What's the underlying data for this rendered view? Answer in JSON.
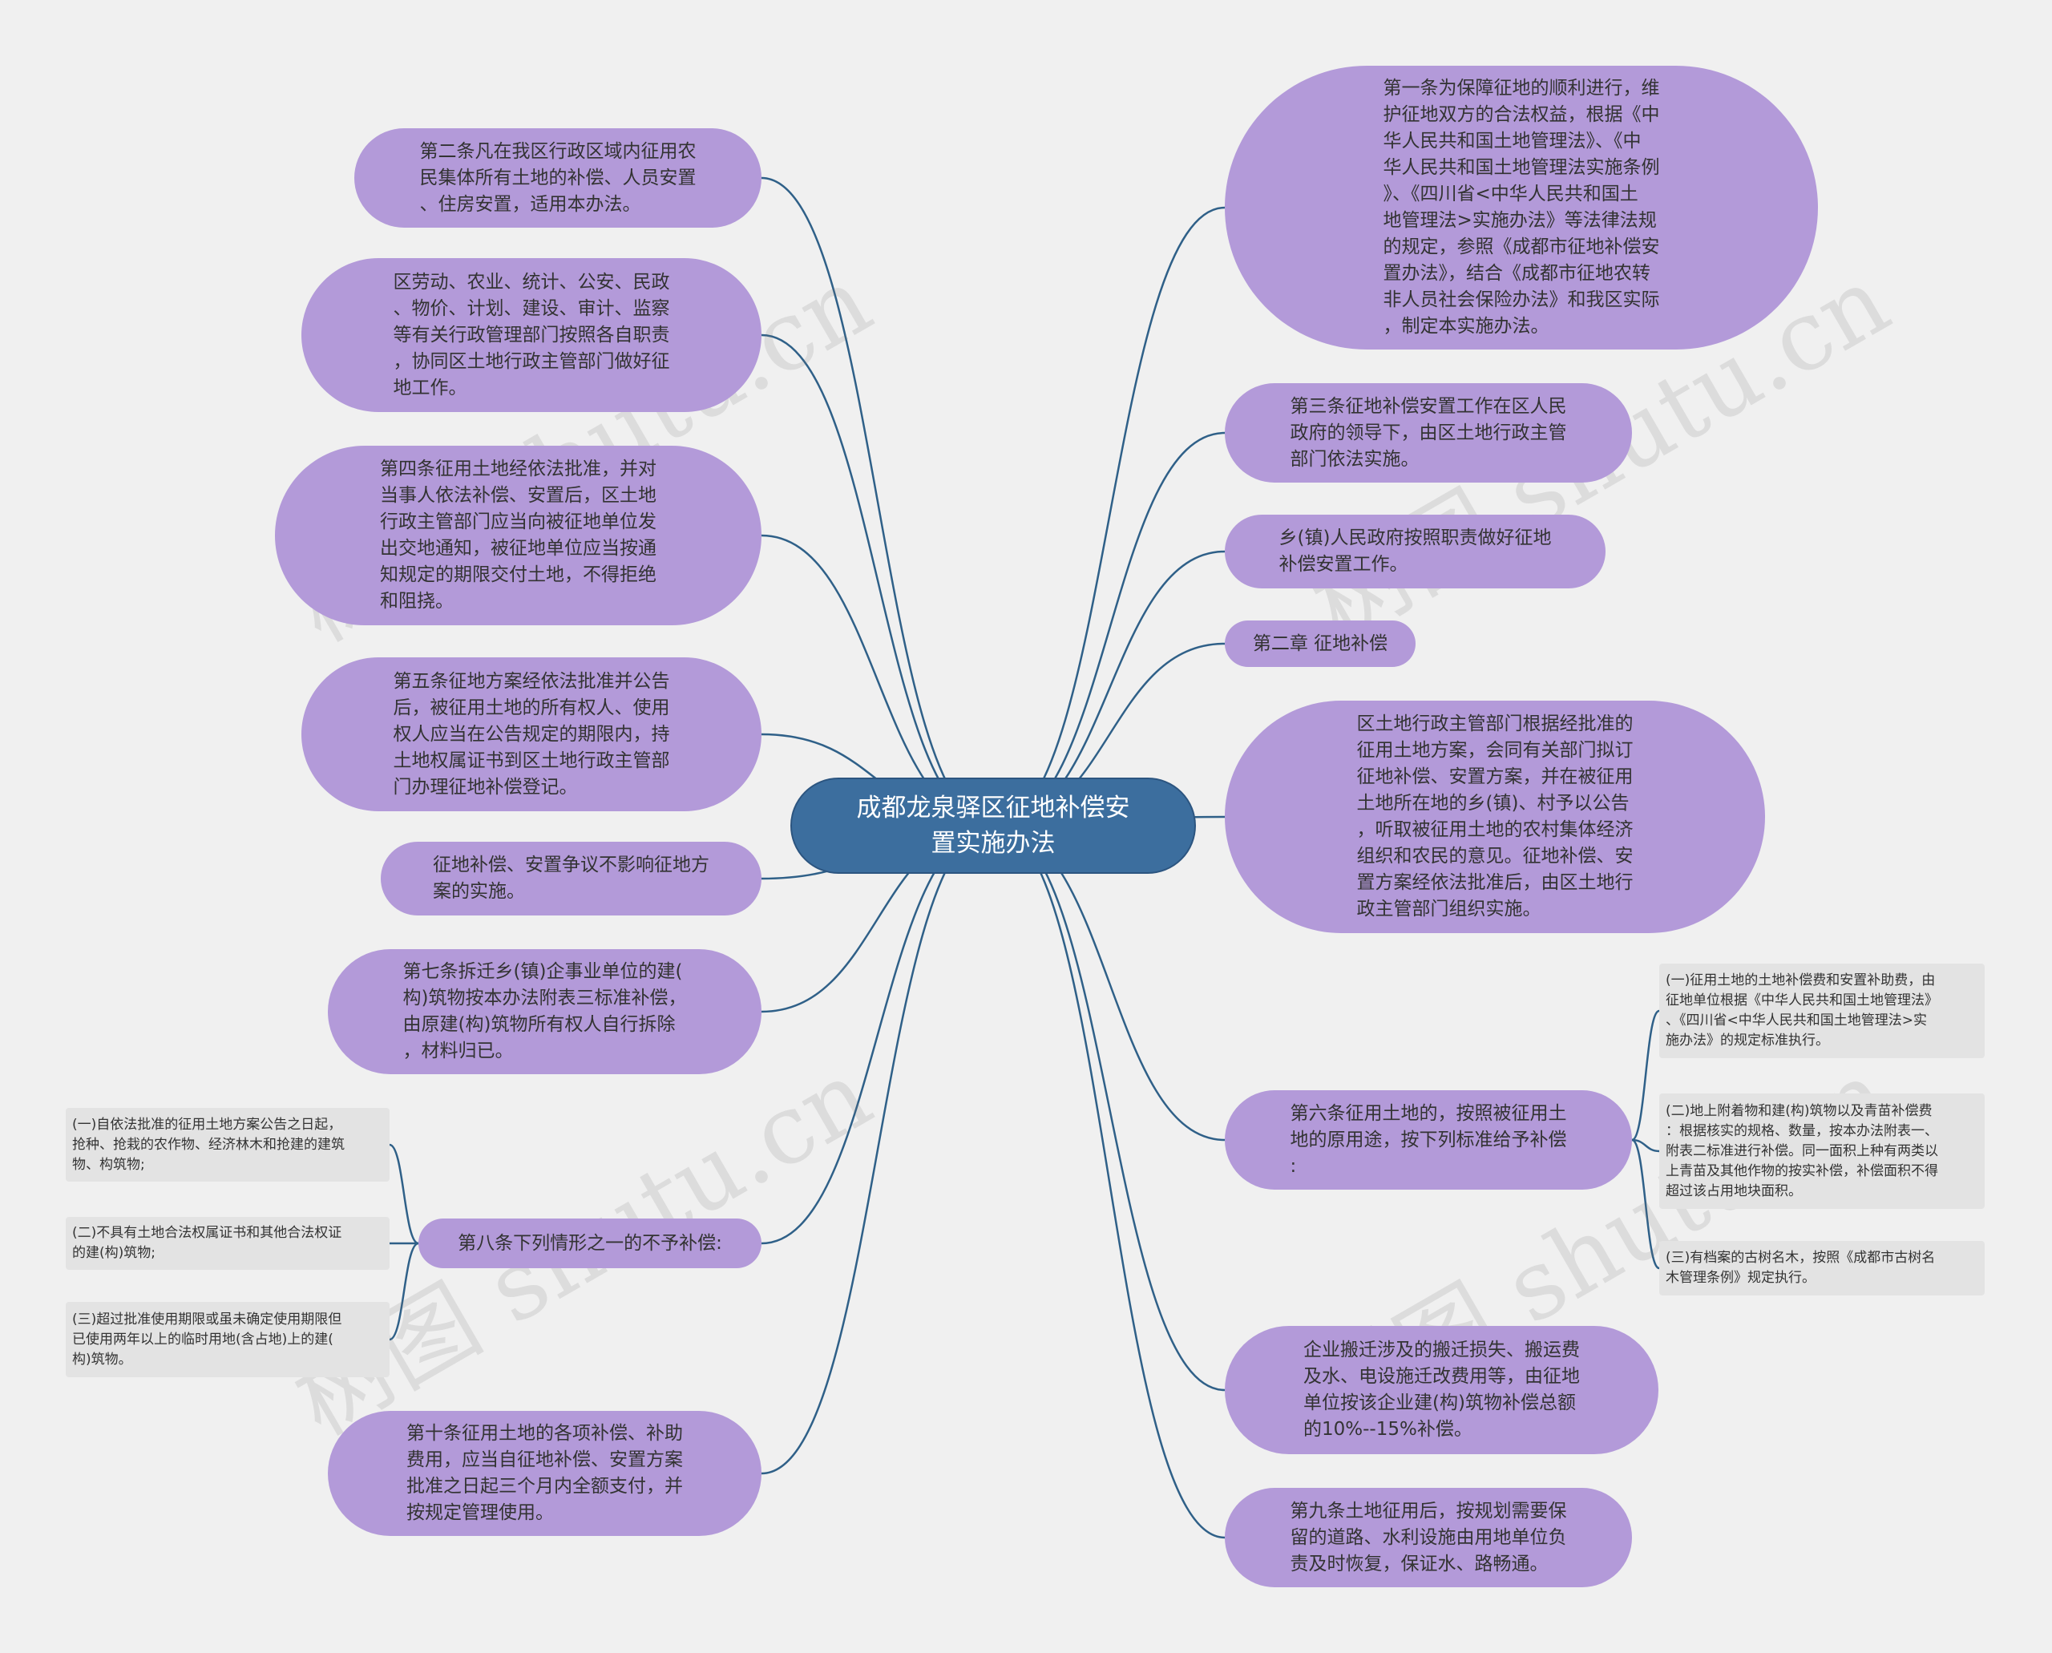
{
  "title": "成都龙泉驿区征地补偿安\n置实施办法",
  "watermark": "树图 shutu.cn",
  "colors": {
    "background": "#f0f0f0",
    "root": "#3c6e9e",
    "node": "#b39ad9",
    "leaf": "#e3e3e3",
    "line": "#2f6088"
  },
  "left_nodes": [
    "第二条凡在我区行政区域内征用农\n民集体所有土地的补偿、人员安置\n、住房安置，适用本办法。",
    "区劳动、农业、统计、公安、民政\n、物价、计划、建设、审计、监察\n等有关行政管理部门按照各自职责\n，协同区土地行政主管部门做好征\n地工作。",
    "第四条征用土地经依法批准，并对\n当事人依法补偿、安置后，区土地\n行政主管部门应当向被征地单位发\n出交地通知，被征地单位应当按通\n知规定的期限交付土地，不得拒绝\n和阻挠。",
    "第五条征地方案经依法批准并公告\n后，被征用土地的所有权人、使用\n权人应当在公告规定的期限内，持\n土地权属证书到区土地行政主管部\n门办理征地补偿登记。",
    "征地补偿、安置争议不影响征地方\n案的实施。",
    "第七条拆迁乡(镇)企事业单位的建(\n构)筑物按本办法附表三标准补偿，\n由原建(构)筑物所有权人自行拆除\n，材料归已。",
    "第八条下列情形之一的不予补偿:",
    "第十条征用土地的各项补偿、补助\n费用，应当自征地补偿、安置方案\n批准之日起三个月内全额支付，并\n按规定管理使用。"
  ],
  "right_nodes": [
    "第一条为保障征地的顺利进行，维\n护征地双方的合法权益，根据《中\n华人民共和国土地管理法》、《中\n华人民共和国土地管理法实施条例\n》、《四川省<中华人民共和国土\n地管理法>实施办法》等法律法规\n的规定，参照《成都市征地补偿安\n置办法》，结合《成都市征地农转\n非人员社会保险办法》和我区实际\n，制定本实施办法。",
    "第三条征地补偿安置工作在区人民\n政府的领导下，由区土地行政主管\n部门依法实施。",
    "乡(镇)人民政府按照职责做好征地\n补偿安置工作。",
    "第二章 征地补偿",
    "区土地行政主管部门根据经批准的\n征用土地方案，会同有关部门拟订\n征地补偿、安置方案，并在被征用\n土地所在地的乡(镇)、村予以公告\n，听取被征用土地的农村集体经济\n组织和农民的意见。征地补偿、安\n置方案经依法批准后，由区土地行\n政主管部门组织实施。",
    "第六条征用土地的，按照被征用土\n地的原用途，按下列标准给予补偿\n:",
    "企业搬迁涉及的搬迁损失、搬运费\n及水、电设施迁改费用等，由征地\n单位按该企业建(构)筑物补偿总额\n的10%--15%补偿。",
    "第九条土地征用后，按规划需要保\n留的道路、水利设施由用地单位负\n责及时恢复，保证水、路畅通。"
  ],
  "left_leaves": [
    "(一)自依法批准的征用土地方案公告之日起，\n抢种、抢栽的农作物、经济林木和抢建的建筑\n物、构筑物;",
    "(二)不具有土地合法权属证书和其他合法权证\n的建(构)筑物;",
    "(三)超过批准使用期限或虽未确定使用期限但\n已使用两年以上的临时用地(含占地)上的建(\n构)筑物。"
  ],
  "right_leaves": [
    "(一)征用土地的土地补偿费和安置补助费，由\n征地单位根据《中华人民共和国土地管理法》\n、《四川省<中华人民共和国土地管理法>实\n施办法》的规定标准执行。",
    "(二)地上附着物和建(构)筑物以及青苗补偿费\n：根据核实的规格、数量，按本办法附表一、\n附表二标准进行补偿。同一面积上种有两类以\n上青苗及其他作物的按实补偿，补偿面积不得\n超过该占用地块面积。",
    "(三)有档案的古树名木，按照《成都市古树名\n木管理条例》规定执行。"
  ]
}
